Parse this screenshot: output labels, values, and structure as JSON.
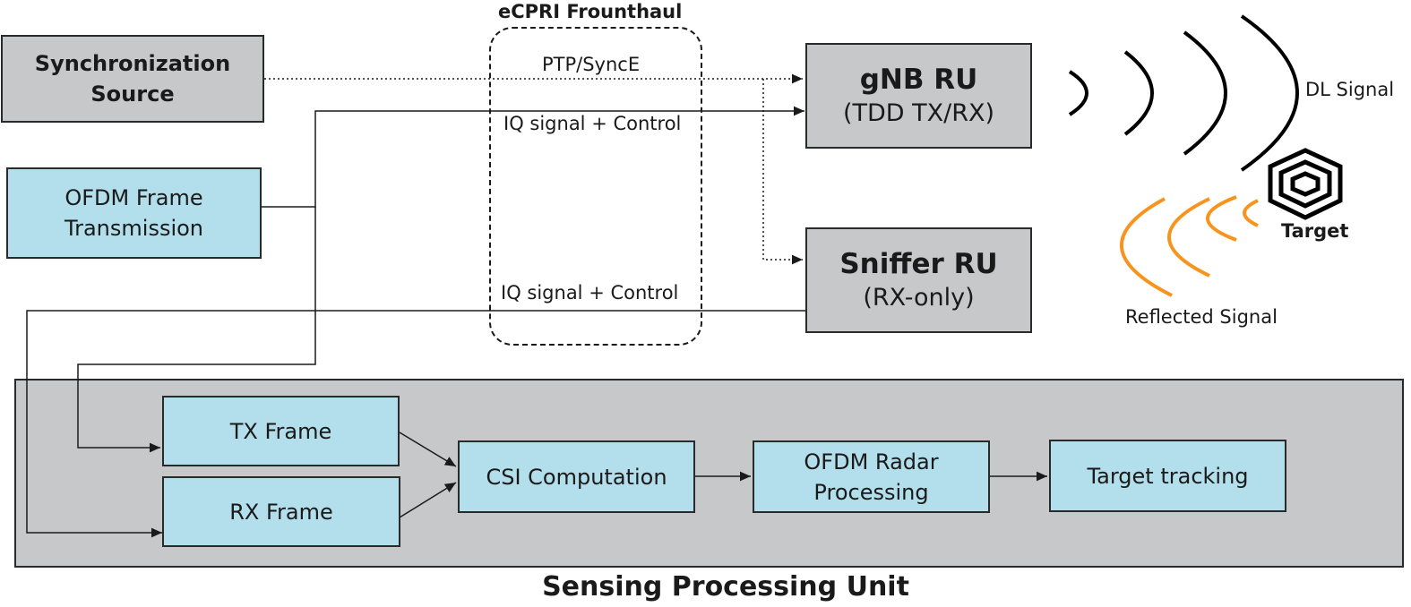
{
  "fronthaul": {
    "title": "eCPRI Frounthaul",
    "ptp_label": "PTP/SyncE",
    "iq_label_top": "IQ signal + Control",
    "iq_label_bottom": "IQ signal + Control"
  },
  "sync_source": {
    "line1": "Synchronization",
    "line2": "Source"
  },
  "ofdm_tx": {
    "line1": "OFDM Frame",
    "line2": "Transmission"
  },
  "gnb_ru": {
    "title": "gNB RU",
    "subtitle": "(TDD TX/RX)"
  },
  "sniffer_ru": {
    "title": "Sniffer RU",
    "subtitle": "(RX-only)"
  },
  "radio": {
    "dl_signal": "DL Signal",
    "reflected_signal": "Reflected Signal",
    "target": "Target"
  },
  "spu": {
    "title": "Sensing Processing Unit",
    "tx_frame": "TX Frame",
    "rx_frame": "RX Frame",
    "csi": "CSI Computation",
    "radar_line1": "OFDM Radar",
    "radar_line2": "Processing",
    "tracking": "Target tracking"
  },
  "colors": {
    "gray_box": "#c7c8ca",
    "blue_box": "#b2dfeb",
    "reflected": "#f7941d",
    "line": "#1a1a1a"
  }
}
